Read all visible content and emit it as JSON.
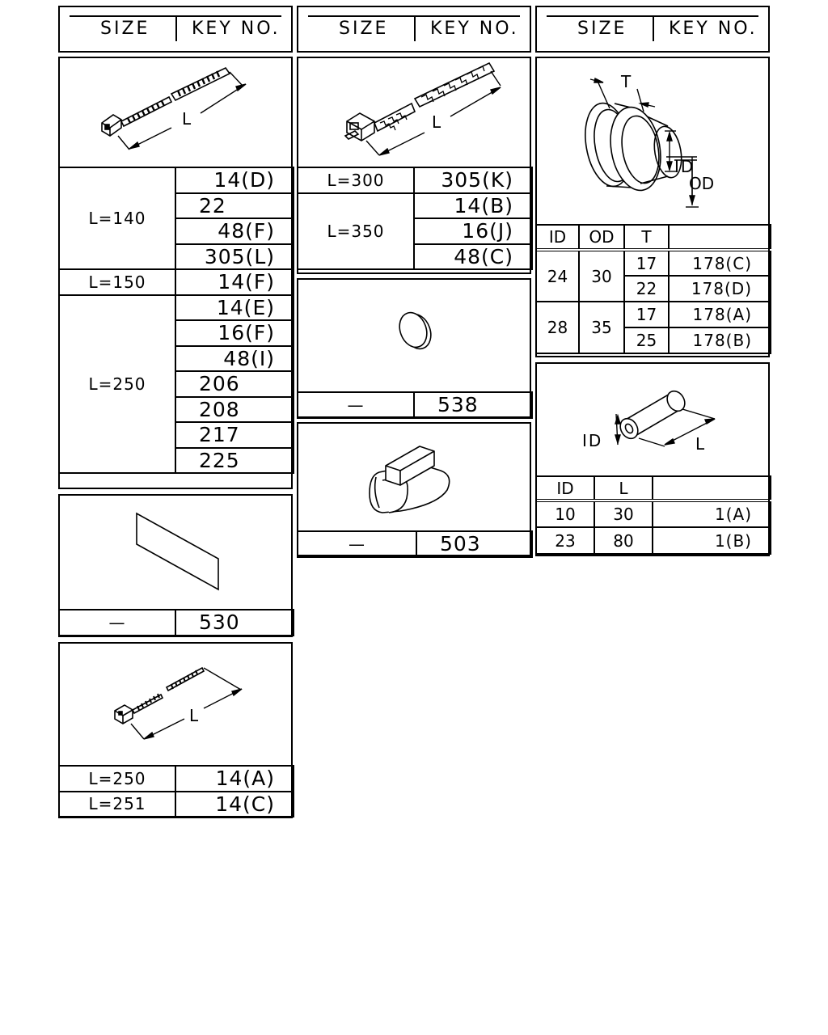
{
  "header": {
    "size_label": "SIZE",
    "key_label": "KEY NO."
  },
  "col1": {
    "tie_large": {
      "dim_label": "L",
      "rows": [
        {
          "size": "L=140",
          "keys": [
            "14(D)",
            "22",
            "48(F)",
            "305(L)"
          ]
        },
        {
          "size": "L=150",
          "keys": [
            "14(F)"
          ]
        },
        {
          "size": "L=250",
          "keys": [
            "14(E)",
            "16(F)",
            "48(I)",
            "206",
            "208",
            "217",
            "225"
          ]
        }
      ]
    },
    "pad": {
      "size": "—",
      "key": "530"
    },
    "tie_small": {
      "dim_label": "L",
      "rows": [
        {
          "size": "L=250",
          "key": "14(A)"
        },
        {
          "size": "L=251",
          "key": "14(C)"
        }
      ]
    }
  },
  "col2": {
    "tie_wide": {
      "dim_label": "L",
      "rows": [
        {
          "size": "L=300",
          "keys": [
            "305(K)"
          ]
        },
        {
          "size": "L=350",
          "keys": [
            "14(B)",
            "16(J)",
            "48(C)"
          ]
        }
      ]
    },
    "disc": {
      "size": "—",
      "key": "538"
    },
    "block": {
      "size": "—",
      "key": "503"
    }
  },
  "col3": {
    "grommet": {
      "dim_labels": {
        "t": "T",
        "id": "ID",
        "od": "OD"
      },
      "headers": [
        "ID",
        "OD",
        "T",
        ""
      ],
      "rows": [
        {
          "id": "24",
          "od": "30",
          "items": [
            {
              "t": "17",
              "key": "178(C)"
            },
            {
              "t": "22",
              "key": "178(D)"
            }
          ]
        },
        {
          "id": "28",
          "od": "35",
          "items": [
            {
              "t": "17",
              "key": "178(A)"
            },
            {
              "t": "25",
              "key": "178(B)"
            }
          ]
        }
      ]
    },
    "tube": {
      "dim_labels": {
        "id": "ID",
        "l": "L"
      },
      "headers": [
        "ID",
        "L",
        ""
      ],
      "rows": [
        {
          "id": "10",
          "l": "30",
          "key": "1(A)"
        },
        {
          "id": "23",
          "l": "80",
          "key": "1(B)"
        }
      ]
    }
  }
}
